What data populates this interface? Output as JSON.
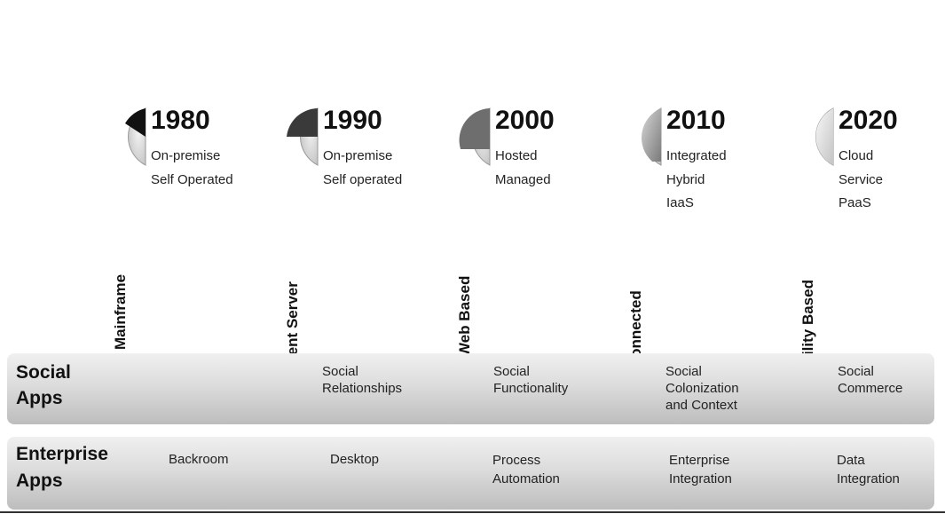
{
  "eras": [
    {
      "year": "1980",
      "label": "Mainframe",
      "attrs": [
        "On-premise",
        "Self Operated"
      ]
    },
    {
      "year": "1990",
      "label": "Client Server",
      "attrs": [
        "On-premise",
        "Self operated"
      ]
    },
    {
      "year": "2000",
      "label": "Web Based",
      "attrs": [
        "Hosted",
        "Managed"
      ]
    },
    {
      "year": "2010",
      "label": "Cloud Connected",
      "attrs": [
        "Integrated",
        "Hybrid",
        "IaaS"
      ]
    },
    {
      "year": "2020",
      "label": "Utility Based",
      "attrs": [
        "Cloud",
        "Service",
        "PaaS"
      ]
    }
  ],
  "social": {
    "heading": [
      "Social",
      "Apps"
    ],
    "cells": [
      [],
      [
        "Social",
        "Relationships"
      ],
      [
        "Social",
        "Functionality"
      ],
      [
        "Social",
        "Colonization",
        "and Context"
      ],
      [
        "Social",
        "Commerce"
      ]
    ]
  },
  "enterprise": {
    "heading": [
      "Enterprise",
      "Apps"
    ],
    "cells": [
      [
        "Backroom"
      ],
      [
        "Desktop"
      ],
      [
        "Process",
        "Automation"
      ],
      [
        "Enterprise",
        "Integration"
      ],
      [
        "Data",
        "Integration"
      ]
    ]
  }
}
